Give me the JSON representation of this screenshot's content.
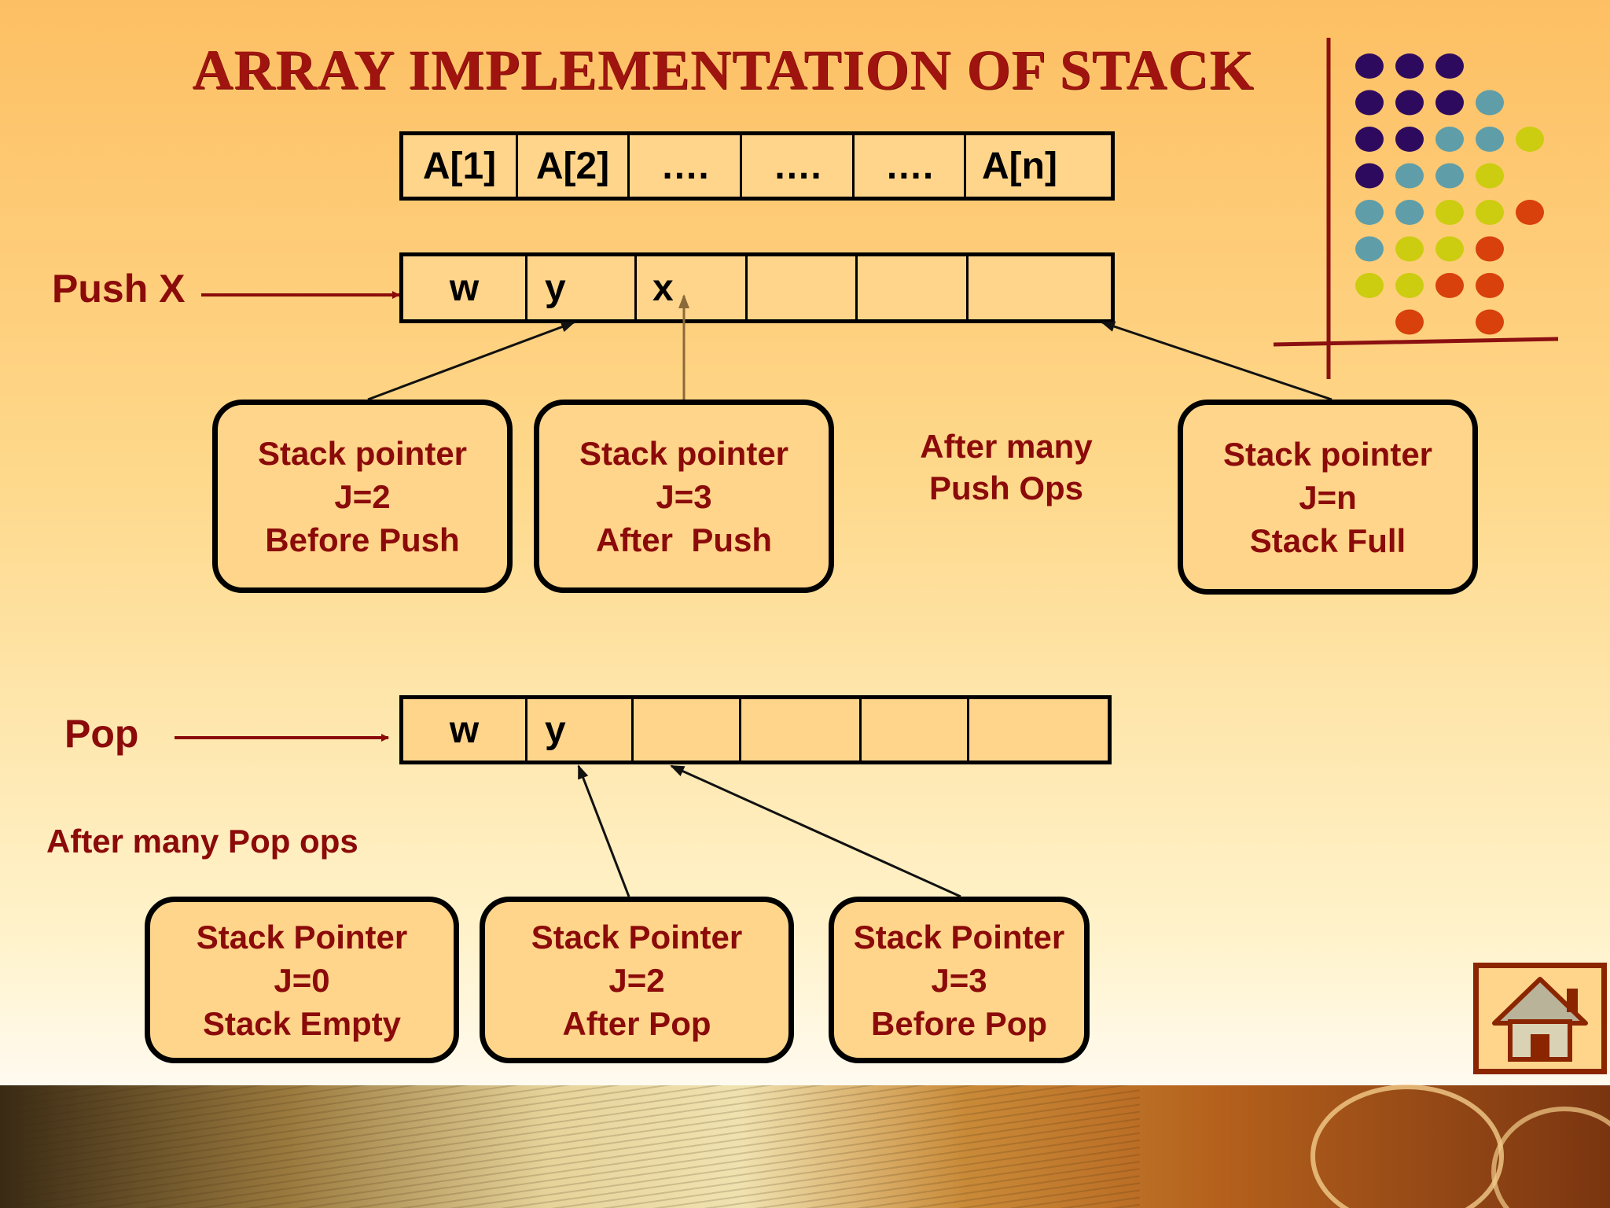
{
  "title": "ARRAY IMPLEMENTATION OF STACK",
  "array_header": [
    "A[1]",
    "A[2]",
    "….",
    "….",
    "….",
    "A[n]"
  ],
  "push": {
    "label": "Push X",
    "cells": [
      "w",
      "y",
      "x",
      "",
      "",
      ""
    ],
    "boxes": [
      {
        "line1": "Stack pointer",
        "line2": "J=2",
        "line3": "Before Push"
      },
      {
        "line1": "Stack pointer",
        "line2": "J=3",
        "line3": "After  Push"
      },
      {
        "line1": "Stack pointer",
        "line2": "J=n",
        "line3": "Stack Full"
      }
    ],
    "note_line1": "After many",
    "note_line2": "Push Ops"
  },
  "pop": {
    "label": "Pop",
    "cells": [
      "w",
      "y",
      "",
      "",
      "",
      ""
    ],
    "note": "After many Pop ops",
    "boxes": [
      {
        "line1": "Stack Pointer",
        "line2": "J=0",
        "line3": "Stack Empty"
      },
      {
        "line1": "Stack Pointer",
        "line2": "J=2",
        "line3": "After Pop"
      },
      {
        "line1": "Stack Pointer",
        "line2": "J=3",
        "line3": "Before Pop"
      }
    ]
  },
  "colors": {
    "text": "#8b0a0a",
    "title": "#a0140f",
    "cell_fill": "#fed58a",
    "dots": [
      "#2e0a5e",
      "#5f9ea8",
      "#cccc10",
      "#d8400c"
    ]
  },
  "icons": [
    "home-icon",
    "decorative-dot-grid"
  ]
}
